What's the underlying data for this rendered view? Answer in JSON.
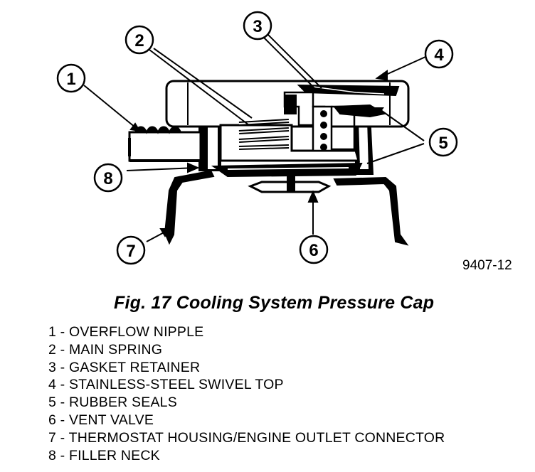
{
  "drawing_code": "9407-12",
  "caption": "Fig. 17 Cooling System Pressure Cap",
  "callouts": [
    "1",
    "2",
    "3",
    "4",
    "5",
    "6",
    "7",
    "8"
  ],
  "legend": [
    "1 - OVERFLOW NIPPLE",
    "2 - MAIN SPRING",
    "3 - GASKET RETAINER",
    "4 - STAINLESS-STEEL SWIVEL TOP",
    "5 - RUBBER SEALS",
    "6 - VENT VALVE",
    "7 - THERMOSTAT HOUSING/ENGINE OUTLET CONNECTOR",
    "8 - FILLER NECK"
  ]
}
